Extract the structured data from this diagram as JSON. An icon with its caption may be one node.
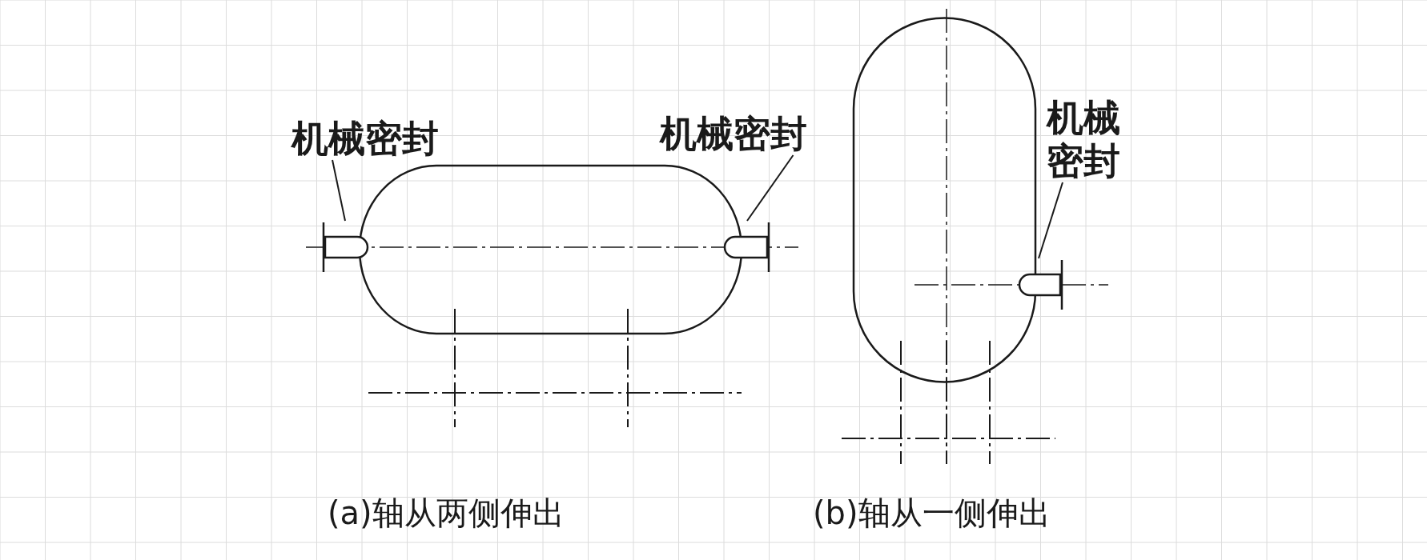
{
  "diagram": {
    "nodes": [
      {
        "text": [
          "机械密封"
        ]
      },
      {
        "text": [
          "机械密封"
        ]
      },
      {
        "text": [],
        "shape": "picture"
      },
      {
        "text": [],
        "shape": "picture"
      },
      {
        "text": [
          "机械密封"
        ]
      },
      {
        "text": [],
        "shape": "picture"
      }
    ],
    "edges": [
      {
        "from": 0,
        "to": 2,
        "arrow": "none"
      },
      {
        "from": 1,
        "to": 3,
        "arrow": "none"
      },
      {
        "from": 4,
        "to": 5,
        "arrow": "none"
      }
    ],
    "labels": [
      "(a)轴从两侧伸出",
      "(b)轴从一侧伸出"
    ]
  }
}
